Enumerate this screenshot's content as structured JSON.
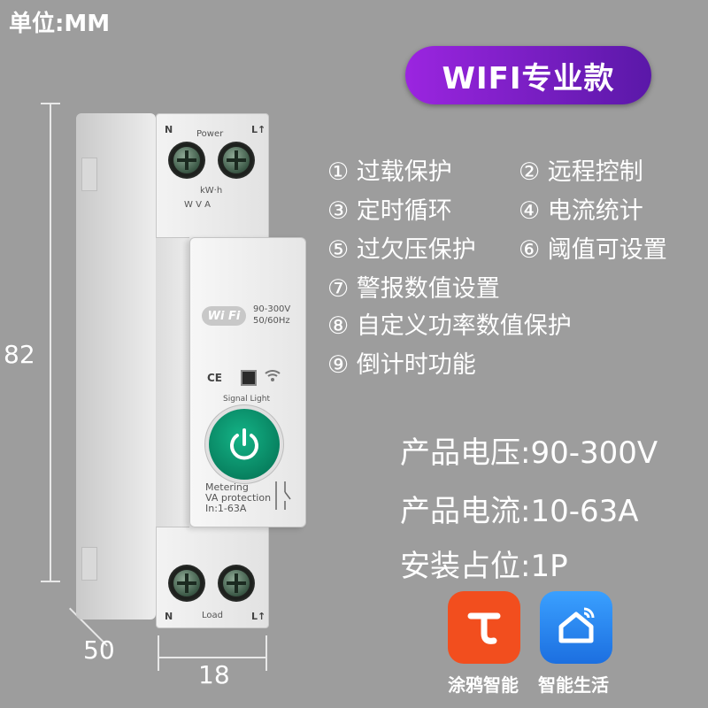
{
  "unit_label": "单位:MM",
  "banner": "WIFI专业款",
  "dimensions": {
    "height": "82",
    "depth": "50",
    "width": "18"
  },
  "features": [
    "① 过载保护",
    "② 远程控制",
    "③ 定时循环",
    "④ 电流统计",
    "⑤ 过欠压保护",
    "⑥ 阈值可设置",
    "⑦ 警报数值设置",
    "⑧ 自定义功率数值保护",
    "⑨ 倒计时功能"
  ],
  "specs": {
    "voltage": "产品电压:90-300V",
    "current": "产品电流:10-63A",
    "size": "安装占位:1P"
  },
  "apps": [
    {
      "name": "涂鸦智能",
      "color": "#f24e1e",
      "icon": "tuya-t-icon"
    },
    {
      "name": "智能生活",
      "color": "#2b8cf0",
      "icon": "house-icon"
    }
  ],
  "device": {
    "top_left": "N",
    "top_right": "L↑",
    "top_power": "Power",
    "kwh": "kW·h",
    "wva": "W  V  A",
    "wifi": "Wi Fi",
    "rating_v": "90-300V",
    "rating_hz": "50/60Hz",
    "ce": "CE",
    "signal": "Signal Light",
    "metering": "Metering",
    "va_protection": "VA protection",
    "in_rating": "In:1-63A",
    "bottom_left": "N",
    "bottom_load": "Load",
    "bottom_right": "L↑"
  }
}
